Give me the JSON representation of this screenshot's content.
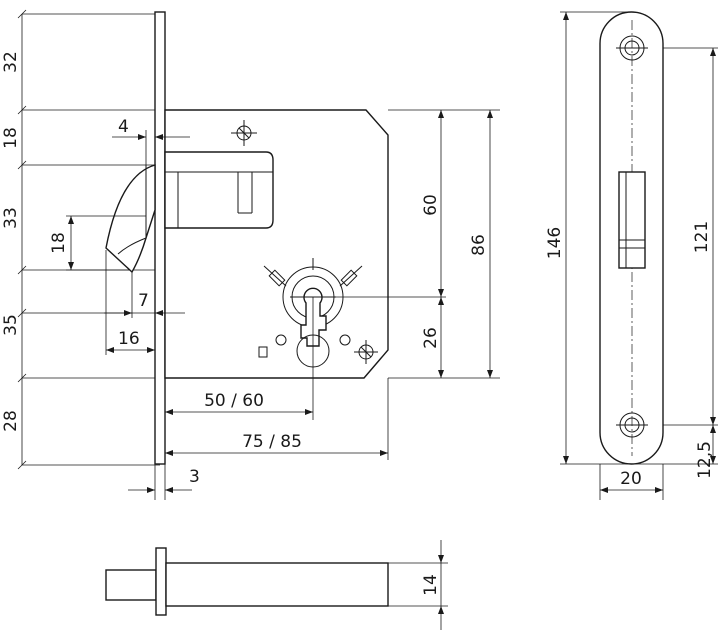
{
  "dimensions": {
    "left_32": "32",
    "left_18": "18",
    "left_33": "33",
    "left_35": "35",
    "left_28": "28",
    "inner_18": "18",
    "latch_4": "4",
    "latch_7": "7",
    "latch_16": "16",
    "keyhole_60": "60",
    "keyhole_26": "26",
    "body_86": "86",
    "backset_50_60": "50 / 60",
    "depth_75_85": "75 / 85",
    "plate_3": "3",
    "faceplate_146": "146",
    "faceplate_121": "121",
    "faceplate_20": "20",
    "faceplate_12_5": "12,5",
    "bolt_14": "14"
  }
}
